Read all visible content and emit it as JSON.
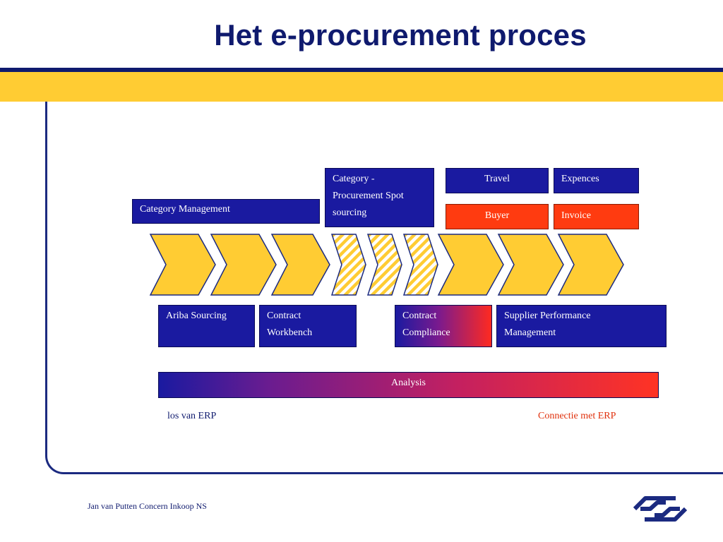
{
  "title": "Het e-procurement proces",
  "boxes": {
    "category_management": "Category Management",
    "category_procurement_spot": [
      "Category -",
      "Procurement Spot",
      "sourcing"
    ],
    "travel": "Travel",
    "expences": "Expences",
    "buyer": "Buyer",
    "invoice": "Invoice",
    "ariba_sourcing": "Ariba Sourcing",
    "contract_workbench": [
      "Contract",
      "Workbench"
    ],
    "contract_compliance": [
      "Contract",
      "Compliance"
    ],
    "supplier_performance": [
      "Supplier Performance",
      "Management"
    ],
    "analysis": "Analysis"
  },
  "labels": {
    "los_van_erp": "los van ERP",
    "connectie_met_erp": "Connectie met ERP"
  },
  "footer": "Jan van Putten Concern Inkoop NS",
  "chevrons": [
    "solid",
    "solid",
    "solid",
    "hatched",
    "hatched",
    "hatched",
    "solid",
    "solid",
    "solid"
  ],
  "colors": {
    "navy": "#0f1a6e",
    "box_blue": "#1a1aa0",
    "red": "#ff3b10",
    "yellow": "#ffcc33",
    "los_van_erp": "#0f1a6e",
    "connectie_met_erp": "#e0300c"
  }
}
